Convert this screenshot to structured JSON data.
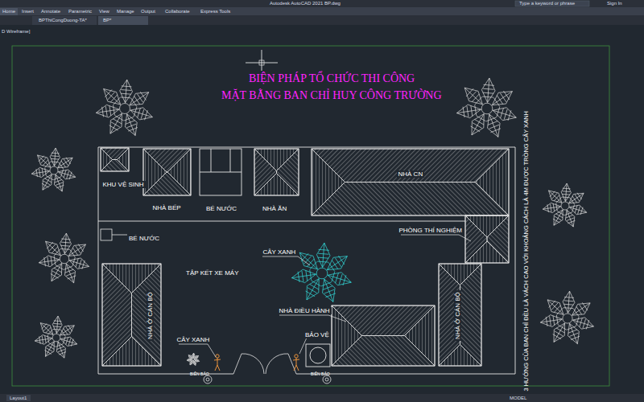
{
  "diagram": {
    "title": "BIỆN PHÁP TỔ CHỨC THI CÔNG",
    "nodes": [
      {
        "text": [
          "KHU VỆ SINH"
        ]
      },
      {
        "text": [
          "NHÀ BẾP"
        ]
      },
      {
        "text": [
          "BỂ NƯỚC"
        ]
      },
      {
        "text": [
          "NHÀ ĂN"
        ]
      },
      {
        "text": [
          "NHÀ CN"
        ]
      },
      {
        "text": [
          "PHÒNG THÍ NGHIỆM"
        ]
      },
      {
        "text": [
          "BỂ NƯỚC"
        ]
      },
      {
        "text": [
          "NHÀ Ở CÁN BỘ"
        ]
      },
      {
        "text": [
          "NHÀ Ở CÁN BỘ"
        ]
      },
      {
        "text": [
          "NHÀ ĐIỀU HÀNH"
        ]
      },
      {
        "text": [
          "BẢO VỆ"
        ]
      },
      {
        "text": [
          "CÂY XANH"
        ]
      }
    ],
    "labels": [
      "Autodesk AutoCAD 2021 BP.dwg",
      "Type a keyword or phrase",
      "Sign In",
      "Home",
      "Insert",
      "Annotate",
      "Parametric",
      "View",
      "Manage",
      "Output",
      "Collaborate",
      "Express Tools",
      "BPThiCongDuong-TA*",
      "BP*",
      "D Wireframe]",
      "MẶT BẰNG BAN CHỈ HUY CÔNG TRƯỜNG",
      "TẬP KẾT XE MÁY",
      "CÂY XANH",
      "3 HƯỚNG CỦA BAN CHỈ ĐỀU LÀ VÁCH CAO VỚI KHOẢNG CÁCH LÀ 4M ĐƯỢC TRỒNG CÂY XANH",
      "BIỂN BÁO",
      "BIỂN BÁO",
      "Layout1",
      "MODEL"
    ]
  }
}
